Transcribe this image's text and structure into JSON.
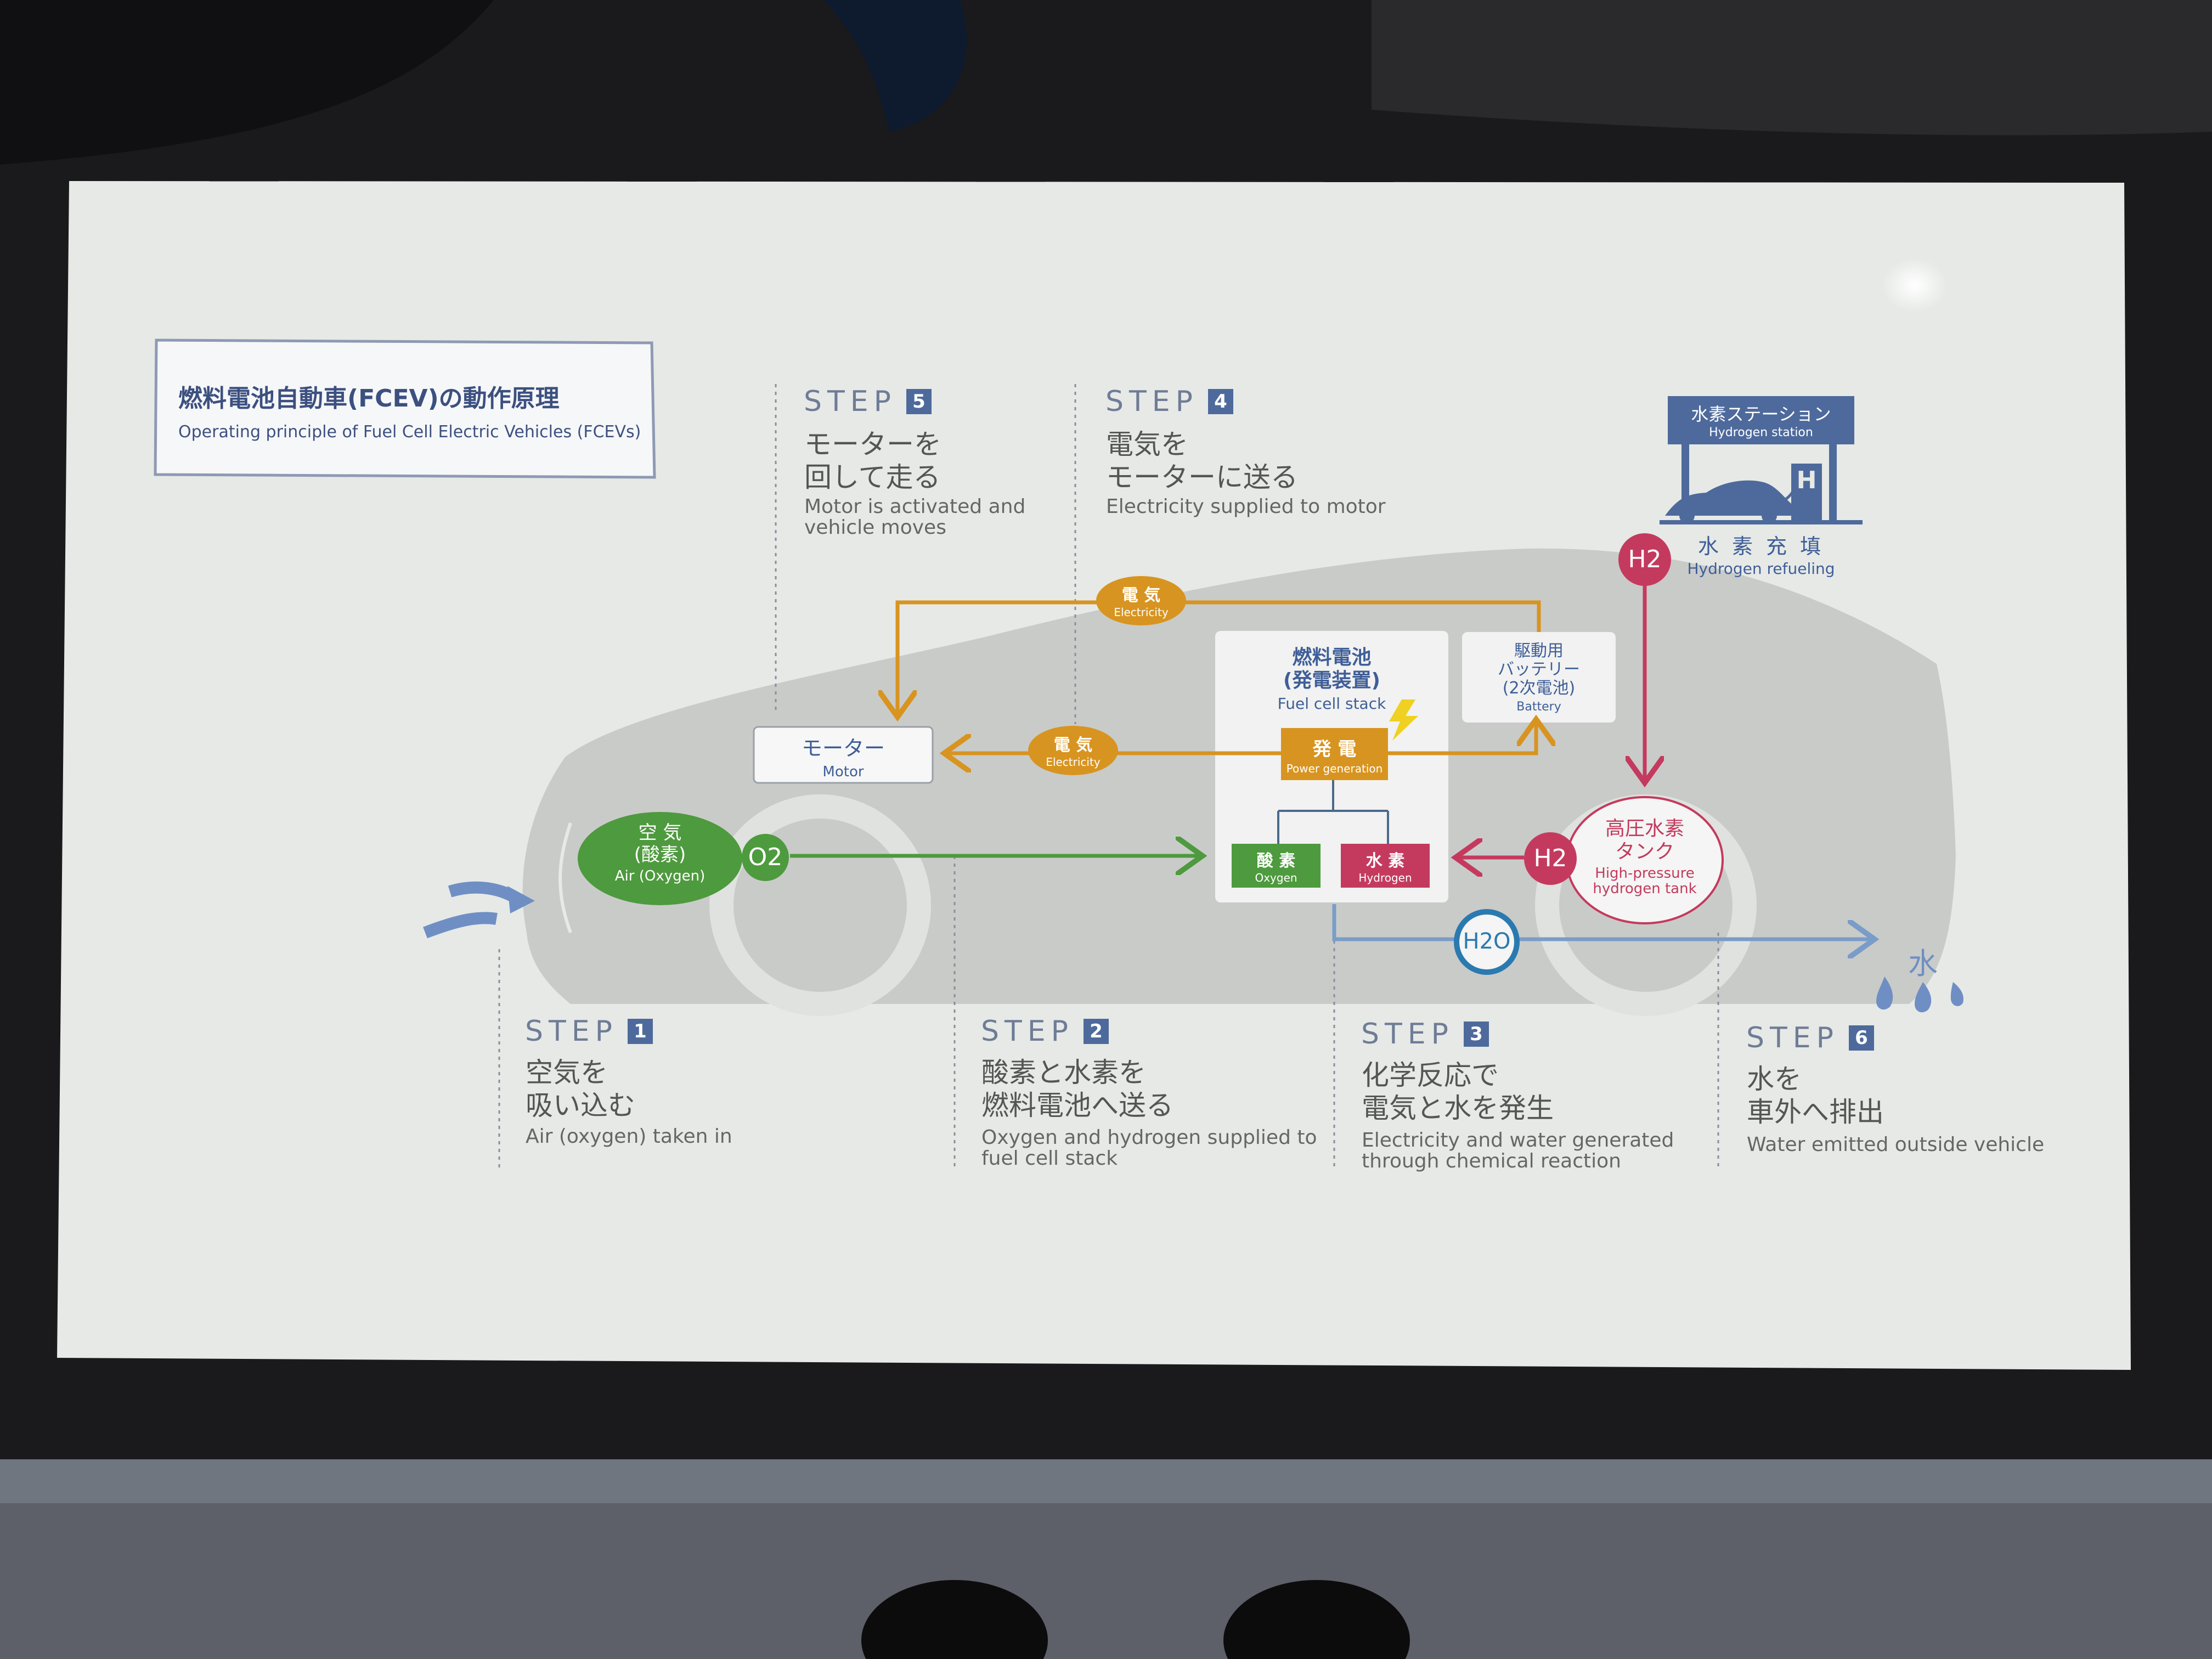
{
  "colors": {
    "panel": "#e6e9e6",
    "frame": "#1c1c1e",
    "car_silhouette": "#c9cbc9",
    "electricity": "#d89420",
    "oxygen": "#4e9a3e",
    "hydrogen": "#c43a5e",
    "water": "#7a9cc8",
    "step_badge": "#4e6a9c",
    "label_blue": "#3f5e98"
  },
  "title": {
    "ja": "燃料電池自動車(FCEV)の動作原理",
    "en": "Operating principle of Fuel Cell Electric Vehicles (FCEVs)"
  },
  "step_word": "STEP",
  "steps": {
    "s1": {
      "num": "1",
      "ja": "空気を\n吸い込む",
      "en": "Air (oxygen) taken in"
    },
    "s2": {
      "num": "2",
      "ja": "酸素と水素を\n燃料電池へ送る",
      "en": "Oxygen and hydrogen supplied to\nfuel cell stack"
    },
    "s3": {
      "num": "3",
      "ja": "化学反応で\n電気と水を発生",
      "en": "Electricity and water generated\nthrough chemical reaction"
    },
    "s4": {
      "num": "4",
      "ja": "電気を\nモーターに送る",
      "en": "Electricity supplied to motor"
    },
    "s5": {
      "num": "5",
      "ja": "モーターを\n回して走る",
      "en": "Motor is activated and\nvehicle moves"
    },
    "s6": {
      "num": "6",
      "ja": "水を\n車外へ排出",
      "en": "Water emitted outside vehicle"
    }
  },
  "nodes": {
    "air": {
      "ja": "空 気\n(酸素)",
      "en": "Air (Oxygen)"
    },
    "o2": "O2",
    "motor": {
      "ja": "モーター",
      "en": "Motor"
    },
    "elec_top": {
      "ja": "電 気",
      "en": "Electricity"
    },
    "elec_mid": {
      "ja": "電 気",
      "en": "Electricity"
    },
    "fuel_cell": {
      "ja": "燃料電池\n(発電装置)",
      "en": "Fuel cell stack"
    },
    "power": {
      "ja": "発 電",
      "en": "Power generation"
    },
    "oxygen": {
      "ja": "酸 素",
      "en": "Oxygen"
    },
    "hydrogen": {
      "ja": "水 素",
      "en": "Hydrogen"
    },
    "battery": {
      "ja": "駆動用\nバッテリー\n(2次電池)",
      "en": "Battery"
    },
    "tank": {
      "ja": "高圧水素\nタンク",
      "en": "High-pressure\nhydrogen tank"
    },
    "h2_top": "H2",
    "h2_mid": "H2",
    "h2o": "H2O",
    "station": {
      "ja": "水素ステーション",
      "en": "Hydrogen station"
    },
    "refuel": {
      "ja": "水 素 充 填",
      "en": "Hydrogen refueling"
    },
    "water": "水"
  }
}
